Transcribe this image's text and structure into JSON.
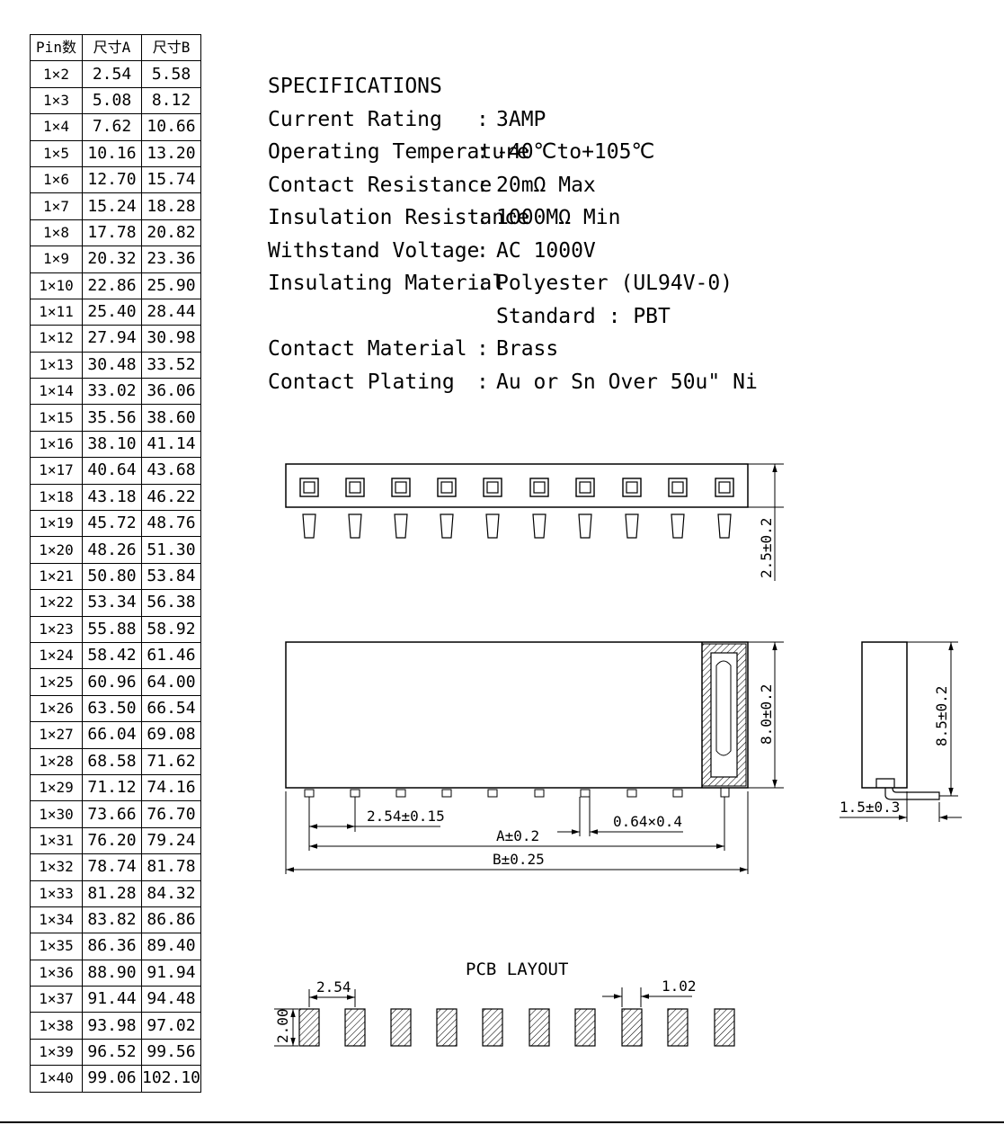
{
  "table": {
    "headers": [
      "Pin数",
      "尺寸A",
      "尺寸B"
    ],
    "rows": [
      [
        "1×2",
        "2.54",
        "5.58"
      ],
      [
        "1×3",
        "5.08",
        "8.12"
      ],
      [
        "1×4",
        "7.62",
        "10.66"
      ],
      [
        "1×5",
        "10.16",
        "13.20"
      ],
      [
        "1×6",
        "12.70",
        "15.74"
      ],
      [
        "1×7",
        "15.24",
        "18.28"
      ],
      [
        "1×8",
        "17.78",
        "20.82"
      ],
      [
        "1×9",
        "20.32",
        "23.36"
      ],
      [
        "1×10",
        "22.86",
        "25.90"
      ],
      [
        "1×11",
        "25.40",
        "28.44"
      ],
      [
        "1×12",
        "27.94",
        "30.98"
      ],
      [
        "1×13",
        "30.48",
        "33.52"
      ],
      [
        "1×14",
        "33.02",
        "36.06"
      ],
      [
        "1×15",
        "35.56",
        "38.60"
      ],
      [
        "1×16",
        "38.10",
        "41.14"
      ],
      [
        "1×17",
        "40.64",
        "43.68"
      ],
      [
        "1×18",
        "43.18",
        "46.22"
      ],
      [
        "1×19",
        "45.72",
        "48.76"
      ],
      [
        "1×20",
        "48.26",
        "51.30"
      ],
      [
        "1×21",
        "50.80",
        "53.84"
      ],
      [
        "1×22",
        "53.34",
        "56.38"
      ],
      [
        "1×23",
        "55.88",
        "58.92"
      ],
      [
        "1×24",
        "58.42",
        "61.46"
      ],
      [
        "1×25",
        "60.96",
        "64.00"
      ],
      [
        "1×26",
        "63.50",
        "66.54"
      ],
      [
        "1×27",
        "66.04",
        "69.08"
      ],
      [
        "1×28",
        "68.58",
        "71.62"
      ],
      [
        "1×29",
        "71.12",
        "74.16"
      ],
      [
        "1×30",
        "73.66",
        "76.70"
      ],
      [
        "1×31",
        "76.20",
        "79.24"
      ],
      [
        "1×32",
        "78.74",
        "81.78"
      ],
      [
        "1×33",
        "81.28",
        "84.32"
      ],
      [
        "1×34",
        "83.82",
        "86.86"
      ],
      [
        "1×35",
        "86.36",
        "89.40"
      ],
      [
        "1×36",
        "88.90",
        "91.94"
      ],
      [
        "1×37",
        "91.44",
        "94.48"
      ],
      [
        "1×38",
        "93.98",
        "97.02"
      ],
      [
        "1×39",
        "96.52",
        "99.56"
      ],
      [
        "1×40",
        "99.06",
        "102.10"
      ]
    ]
  },
  "specs": {
    "title": "SPECIFICATIONS",
    "items": [
      {
        "label": "Current Rating",
        "value": "3AMP"
      },
      {
        "label": "Operating Temperature",
        "value": "-40℃to+105℃"
      },
      {
        "label": "Contact Resistance",
        "value": "20mΩ Max"
      },
      {
        "label": "Insulation Resistance",
        "value": "1000MΩ Min"
      },
      {
        "label": "Withstand Voltage",
        "value": "AC 1000V"
      },
      {
        "label": "Insulating Material",
        "value": "Polyester (UL94V-0)"
      },
      {
        "label": "",
        "value": "Standard : PBT"
      },
      {
        "label": "Contact Material",
        "value": "Brass"
      },
      {
        "label": "Contact Plating",
        "value": "Au or Sn Over 50u\" Ni"
      }
    ]
  },
  "dimensions": {
    "top_height": "2.5±0.2",
    "body_height": "8.0±0.2",
    "side_height": "8.5±0.2",
    "side_offset": "1.5±0.3",
    "pitch": "2.54±0.15",
    "pin_width": "0.64×0.4",
    "dim_a": "A±0.2",
    "dim_b": "B±0.25"
  },
  "pcb": {
    "title": "PCB LAYOUT",
    "pitch": "2.54",
    "pad_width": "1.02",
    "pad_height": "2.00"
  }
}
